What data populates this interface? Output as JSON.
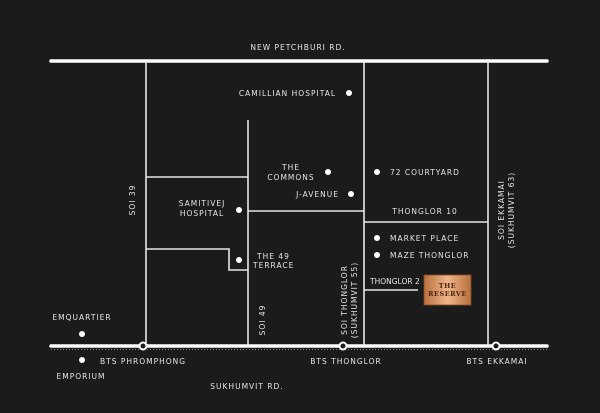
{
  "roads": {
    "new_petchburi": "NEW PETCHBURI RD.",
    "sukhumvit": "SUKHUMVIT RD.",
    "soi_39": "SOI 39",
    "soi_49": "SOI 49",
    "soi_thonglor_1": "SOI THONGLOR",
    "soi_thonglor_2": "(SUKHUMVIT 55)",
    "soi_ekkamai_1": "SOI EKKAMAI",
    "soi_ekkamai_2": "(SUKHUMVIT 63)",
    "thonglor_10": "THONGLOR 10",
    "thonglor_2": "THONGLOR 2"
  },
  "landmarks": {
    "camillian": "CAMILLIAN HOSPITAL",
    "commons_1": "THE",
    "commons_2": "COMMONS",
    "courtyard": "72 COURTYARD",
    "javenue": "J-AVENUE",
    "samitivej_1": "SAMITIVEJ",
    "samitivej_2": "HOSPITAL",
    "terrace_1": "THE 49",
    "terrace_2": "TERRACE",
    "market": "MARKET PLACE",
    "maze": "MAZE THONGLOR",
    "emquartier": "EMQUARTIER",
    "emporium": "EMPORIUM"
  },
  "stations": {
    "phromphong": "BTS PHROMPHONG",
    "thonglor": "BTS THONGLOR",
    "ekkamai": "BTS EKKAMAI"
  },
  "project": {
    "line1": "THE",
    "line2": "RESERVE",
    "color": "#c98a5c"
  }
}
